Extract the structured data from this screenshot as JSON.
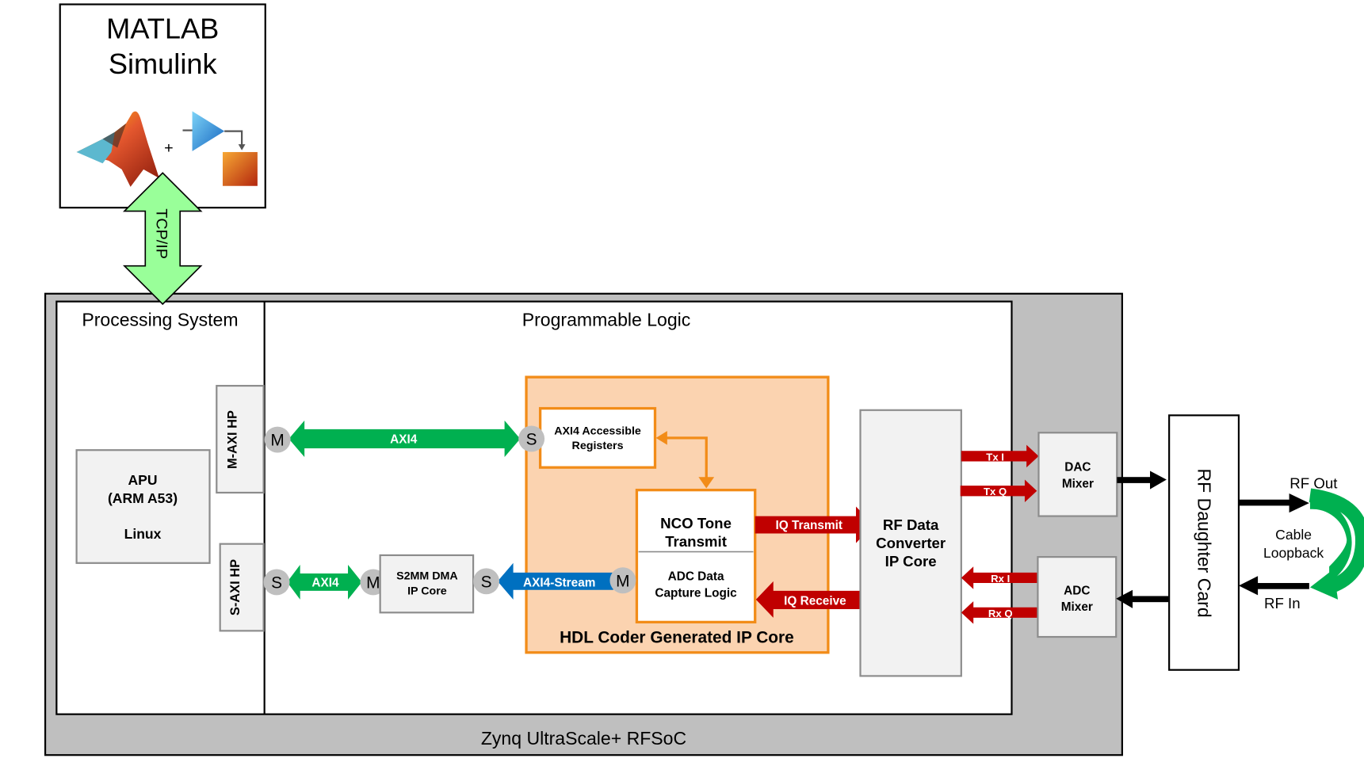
{
  "host": {
    "title_line1": "MATLAB",
    "title_line2": "Simulink",
    "plus": "+",
    "icons": [
      "matlab-logo-icon",
      "simulink-logo-icon"
    ]
  },
  "tcpip": {
    "label": "TCP/IP"
  },
  "soc": {
    "label": "Zynq UltraScale+ RFSoC"
  },
  "ps": {
    "label": "Processing System",
    "apu_line1": "APU",
    "apu_line2": "(ARM A53)",
    "apu_line3": "Linux",
    "maxi_label": "M-AXI HP",
    "saxi_label": "S-AXI HP"
  },
  "pl": {
    "label": "Programmable Logic",
    "axi4_top_label": "AXI4",
    "axi4_bottom_label": "AXI4",
    "axi4_stream_label": "AXI4-Stream",
    "dma_line1": "S2MM DMA",
    "dma_line2": "IP Core",
    "ports": {
      "master": "M",
      "slave": "S"
    }
  },
  "ipcore": {
    "label": "HDL Coder Generated IP Core",
    "regs_line1": "AXI4 Accessible",
    "regs_line2": "Registers",
    "nco_line1": "NCO Tone",
    "nco_line2": "Transmit",
    "adc_line1": "ADC Data",
    "adc_line2": "Capture Logic"
  },
  "signals": {
    "iq_transmit": "IQ Transmit",
    "iq_receive": "IQ Receive",
    "tx_i": "Tx I",
    "tx_q": "Tx Q",
    "rx_i": "Rx I",
    "rx_q": "Rx Q"
  },
  "rfdc": {
    "line1": "RF Data",
    "line2": "Converter",
    "line3": "IP Core"
  },
  "dac_mixer": {
    "line1": "DAC",
    "line2": "Mixer"
  },
  "adc_mixer": {
    "line1": "ADC",
    "line2": "Mixer"
  },
  "daughter_card": {
    "label": "RF Daughter Card"
  },
  "loopback": {
    "rf_out": "RF Out",
    "rf_in": "RF In",
    "line1": "Cable",
    "line2": "Loopback"
  },
  "colors": {
    "axi_green": "#00b050",
    "stream_blue": "#0070c0",
    "signal_red": "#c00000",
    "ip_orange": "#f28c18",
    "ip_fill": "#fbd3b0",
    "soc_gray": "#bfbfbf",
    "block_fill": "#f2f2f2",
    "tcp_green": "#99ff99"
  }
}
